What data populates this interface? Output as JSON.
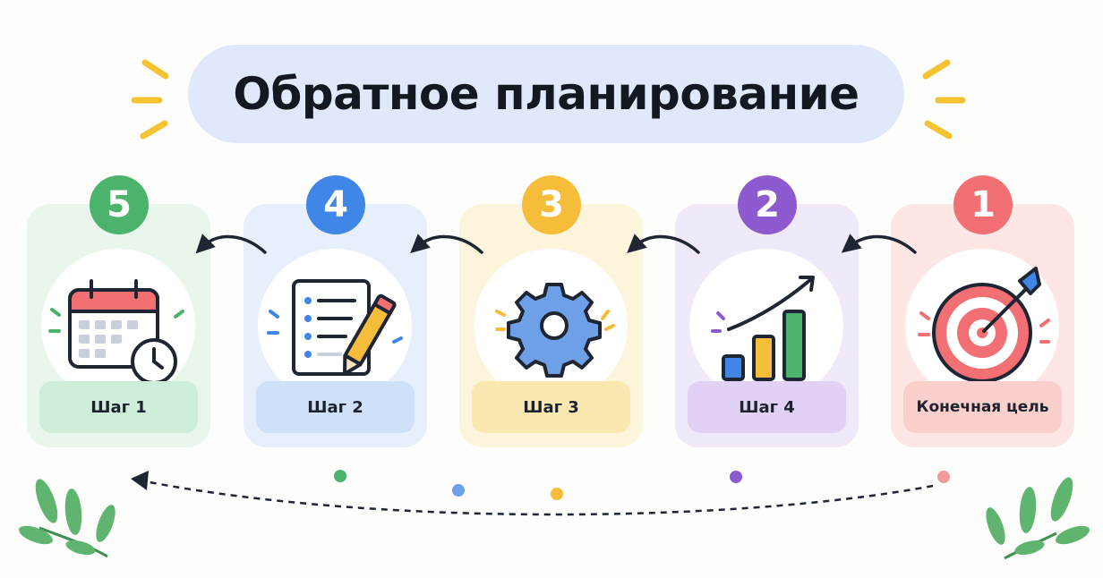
{
  "title": "Обратное планирование",
  "steps": [
    {
      "number": "5",
      "label": "Шаг 1",
      "icon": "calendar-clock-icon"
    },
    {
      "number": "4",
      "label": "Шаг 2",
      "icon": "checklist-pencil-icon"
    },
    {
      "number": "3",
      "label": "Шаг 3",
      "icon": "gear-icon"
    },
    {
      "number": "2",
      "label": "Шаг 4",
      "icon": "growth-bar-chart-icon"
    },
    {
      "number": "1",
      "label": "Конечная цель",
      "icon": "target-arrow-icon"
    }
  ],
  "colors": {
    "title_bg": "#dfe9fb",
    "green": "#4cb36d",
    "blue": "#3f86e6",
    "yellow": "#f6bd3a",
    "purple": "#8d5ad0",
    "red": "#f26f73",
    "leaf": "#5fb56f",
    "sun_rays": "#f5c232",
    "arrow": "#1f2533"
  }
}
